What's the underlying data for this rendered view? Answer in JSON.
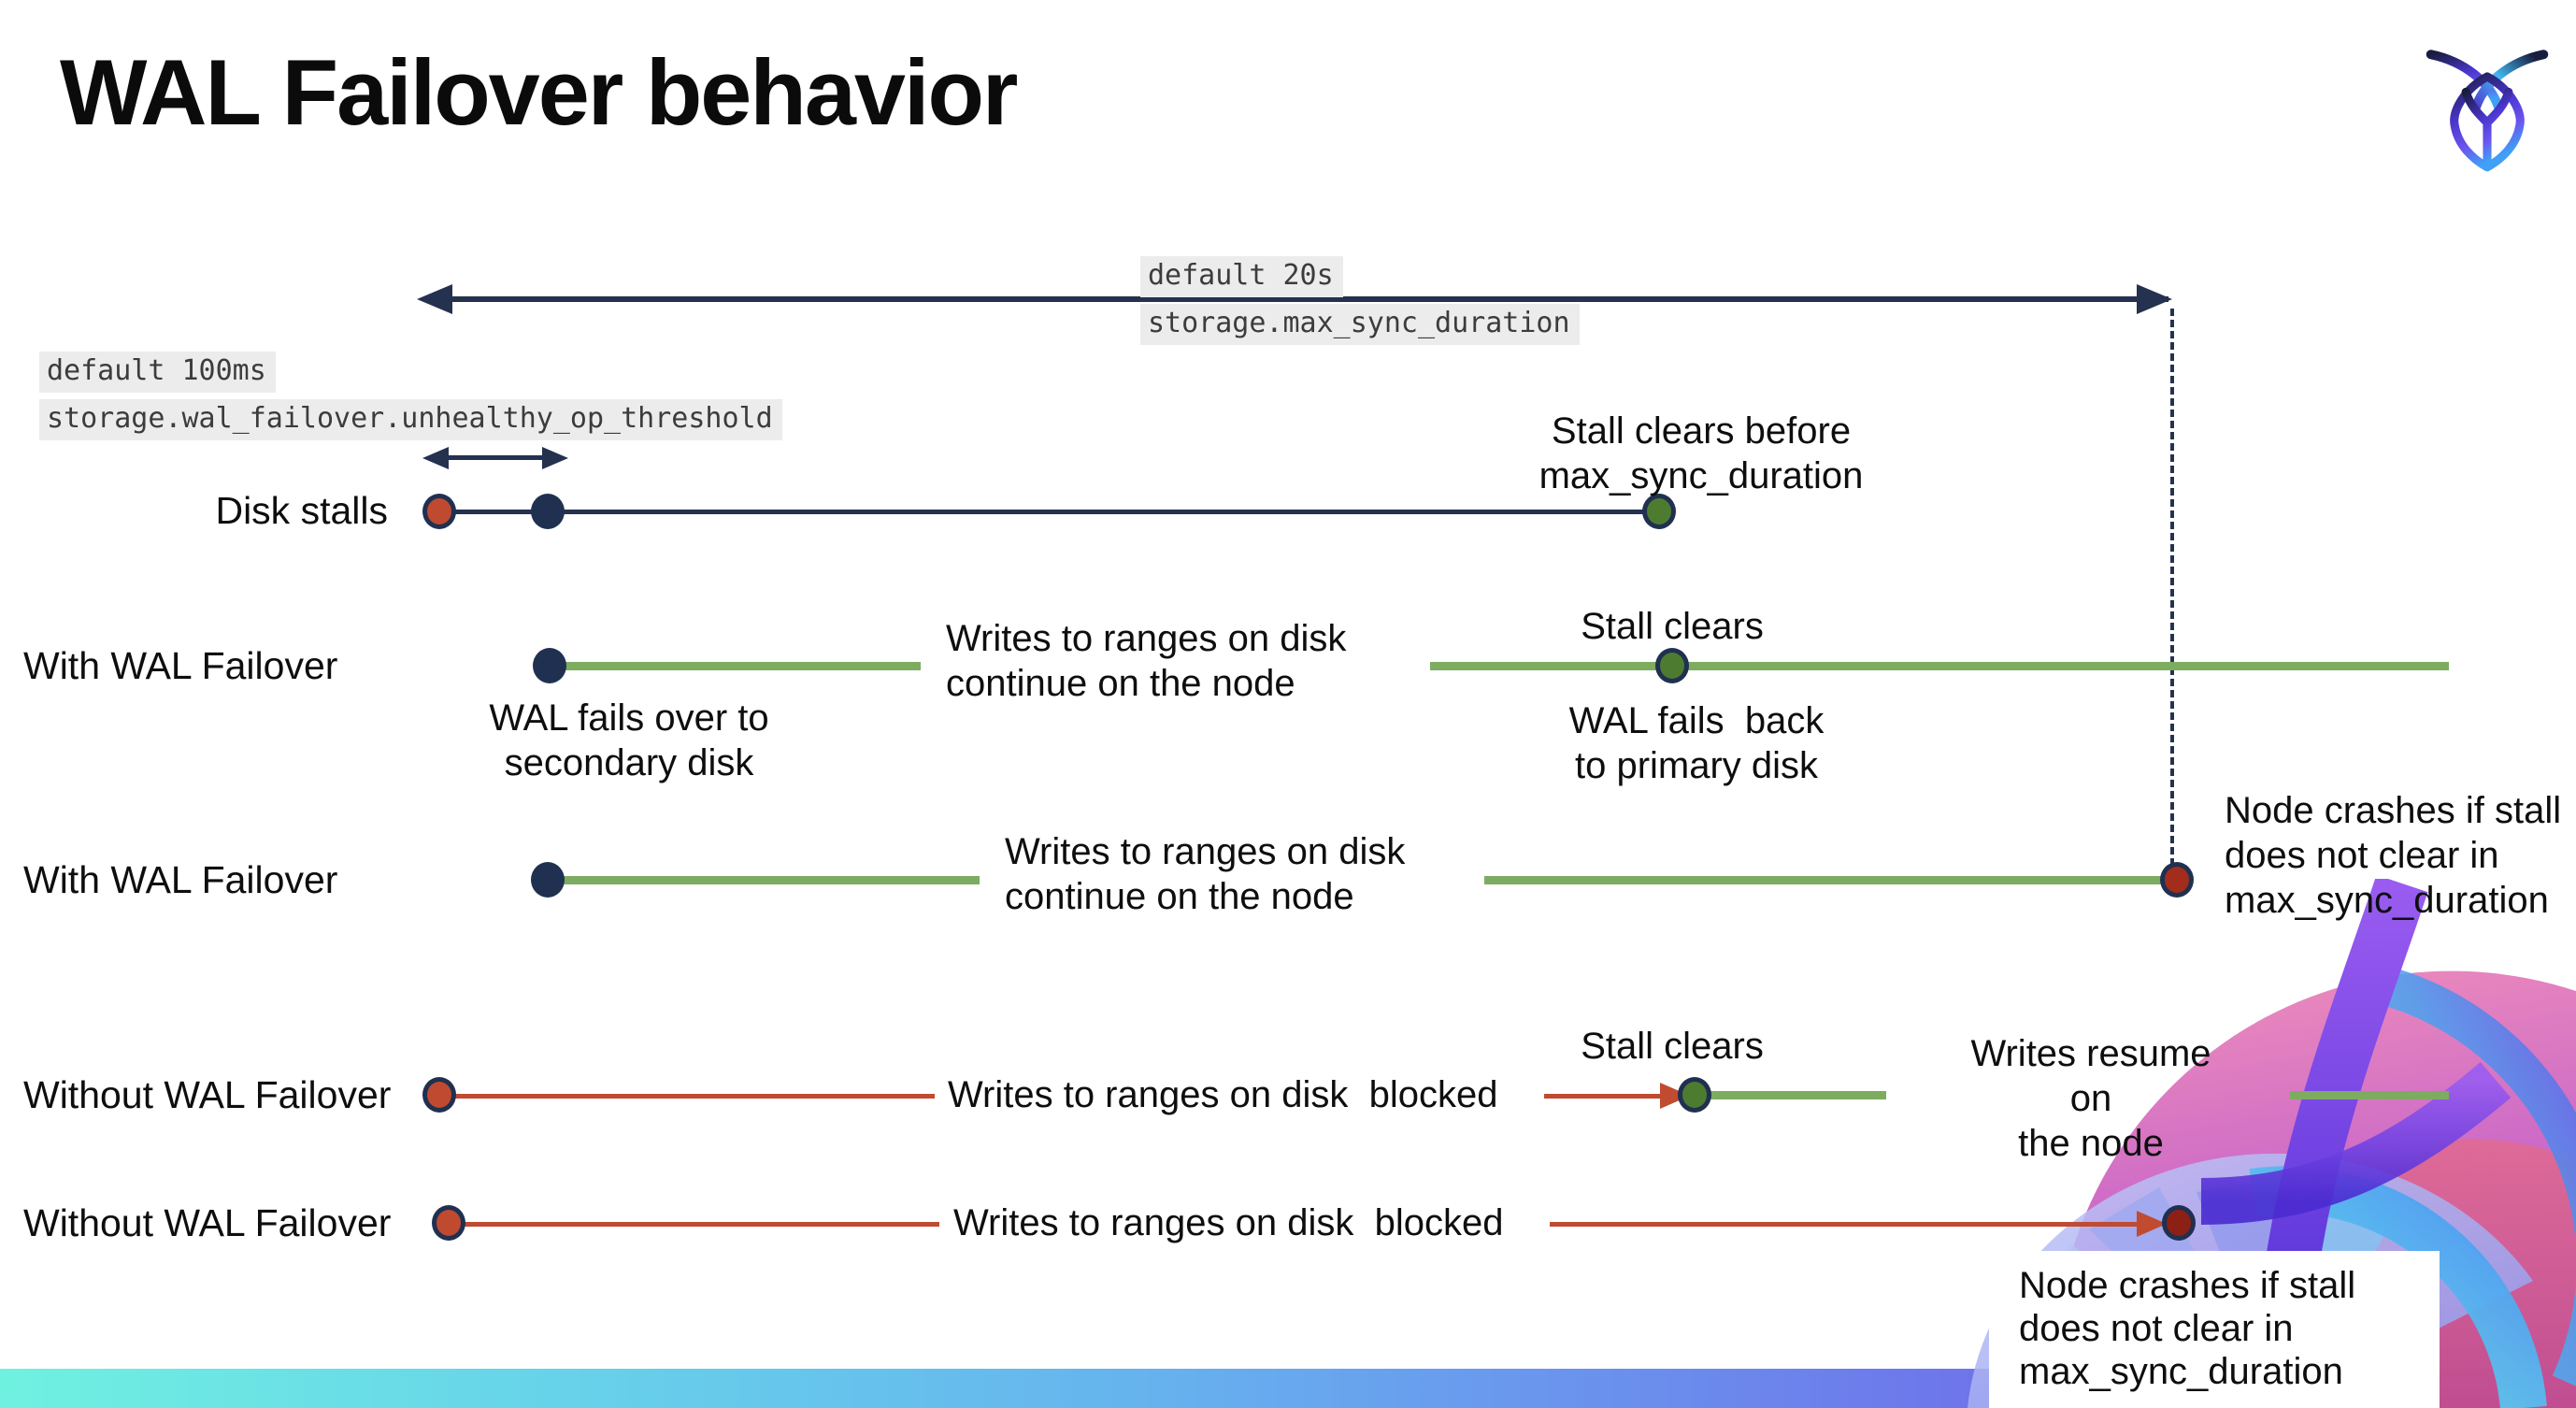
{
  "title": "WAL Failover behavior",
  "logo": {
    "name": "cockroachdb-logo"
  },
  "settings": {
    "max_sync_duration": {
      "default": "default 20s",
      "setting": "storage.max_sync_duration"
    },
    "unhealthy_op_threshold": {
      "default": "default 100ms",
      "setting": "storage.wal_failover.unhealthy_op_threshold"
    }
  },
  "rows": {
    "disk_stalls": {
      "label": "Disk stalls",
      "stall_clears_note": "Stall clears before\nmax_sync_duration"
    },
    "with_wal_failover_1": {
      "label": "With WAL Failover",
      "failover_note": "WAL fails over to\nsecondary disk",
      "writes_note": "Writes to ranges on disk\ncontinue on the node",
      "stall_clears": "Stall clears",
      "failback_note": "WAL fails  back\nto primary disk"
    },
    "with_wal_failover_2": {
      "label": "With WAL Failover",
      "writes_note": "Writes to ranges on disk\ncontinue on the node",
      "crash_note": "Node crashes if stall\ndoes not clear in\nmax_sync_duration"
    },
    "without_wal_failover_1": {
      "label": "Without WAL Failover",
      "blocked_note": "Writes to ranges on disk  blocked",
      "stall_clears": "Stall clears",
      "resume_note": "Writes resume on\nthe node"
    },
    "without_wal_failover_2": {
      "label": "Without WAL Failover",
      "blocked_note": "Writes to ranges on disk  blocked",
      "crash_note": "Node crashes if stall\ndoes not clear in\nmax_sync_duration"
    }
  },
  "colors": {
    "navy": "#24314f",
    "timeline_green": "#7dac60",
    "timeline_red": "#c04b30",
    "dot_red": "#bf4a2f",
    "dot_green": "#4d7c31",
    "dot_crash": "#8c2015",
    "code_chip_bg": "#ececec",
    "bar_gradient": [
      "#6ff1e0",
      "#66b2ee",
      "#7b5cf0"
    ],
    "brand_art": [
      "#e46fa0",
      "#d8447f",
      "#6b3fe0",
      "#4aa0f0",
      "#55e0e8",
      "#a5aef2"
    ]
  }
}
